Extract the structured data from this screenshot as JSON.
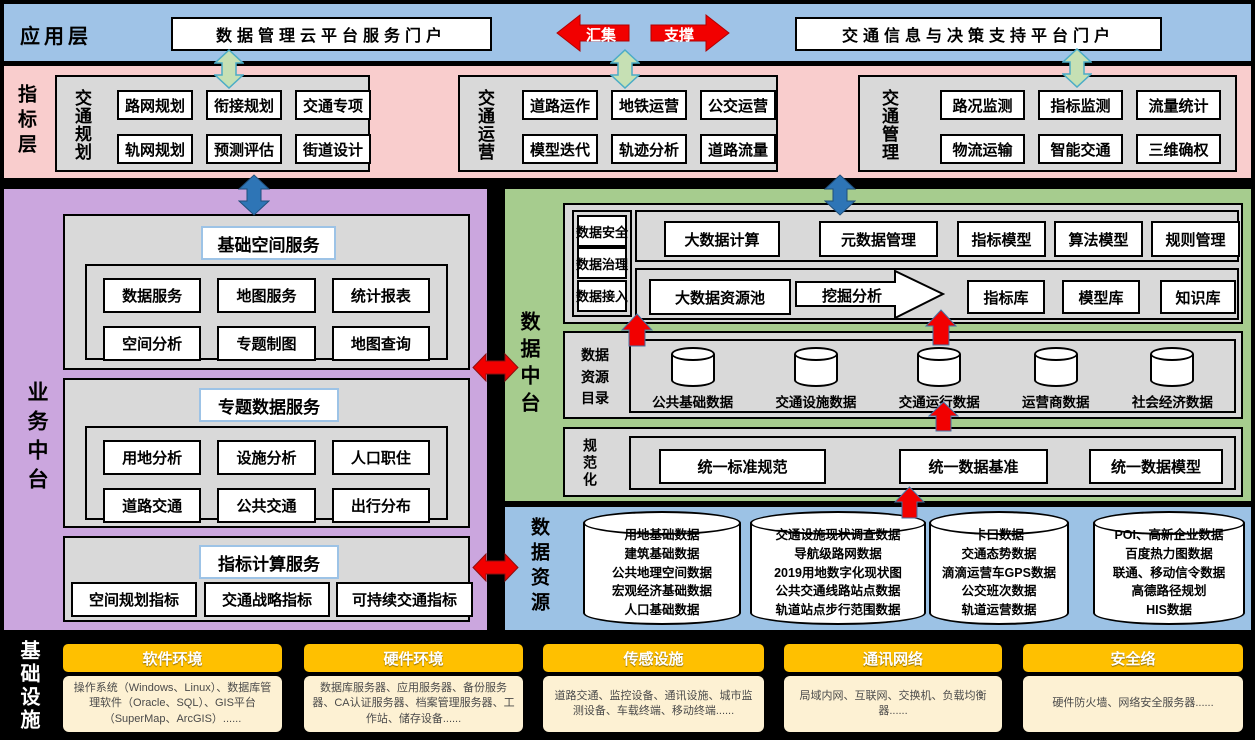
{
  "colors": {
    "app_band": "#9FC3E7",
    "indicator_band": "#F9CDCD",
    "business_band": "#CBA6DE",
    "data_platform_band": "#A6CC8E",
    "data_resource_band": "#9CC2E5",
    "panel_gray": "#D9D9D9",
    "infra_header": "#FFC000",
    "infra_body": "#FDF1D3",
    "arrow_red": "#F20000",
    "arrow_blue": "#2E75B6",
    "arrow_green": "#C6E0B4"
  },
  "app_layer": {
    "label": "应用层",
    "portal_left": "数据管理云平台服务门户",
    "portal_right": "交通信息与决策支持平台门户",
    "arrow_collect": "汇集",
    "arrow_support": "支撑"
  },
  "indicator_layer": {
    "label": "指标层",
    "groups": [
      {
        "name": "交通规划",
        "items": [
          "路网规划",
          "衔接规划",
          "交通专项",
          "轨网规划",
          "预测评估",
          "街道设计"
        ]
      },
      {
        "name": "交通运营",
        "items": [
          "道路运作",
          "地铁运营",
          "公交运营",
          "模型迭代",
          "轨迹分析",
          "道路流量"
        ]
      },
      {
        "name": "交通管理",
        "items": [
          "路况监测",
          "指标监测",
          "流量统计",
          "物流运输",
          "智能交通",
          "三维确权"
        ]
      }
    ]
  },
  "business_platform": {
    "label": "业务中台",
    "panels": [
      {
        "title": "基础空间服务",
        "items": [
          "数据服务",
          "地图服务",
          "统计报表",
          "空间分析",
          "专题制图",
          "地图查询"
        ]
      },
      {
        "title": "专题数据服务",
        "items": [
          "用地分析",
          "设施分析",
          "人口职住",
          "道路交通",
          "公共交通",
          "出行分布"
        ]
      },
      {
        "title": "指标计算服务",
        "items": [
          "空间规划指标",
          "交通战略指标",
          "可持续交通指标"
        ]
      }
    ]
  },
  "data_platform": {
    "label": "数据中台",
    "left_stack": [
      "数据安全",
      "数据治理",
      "数据接入"
    ],
    "compute_row": [
      "大数据计算",
      "元数据管理",
      "指标模型",
      "算法模型",
      "规则管理"
    ],
    "mining_row": {
      "pool": "大数据资源池",
      "arrow": "挖掘分析",
      "libs": [
        "指标库",
        "模型库",
        "知识库"
      ]
    },
    "catalog": {
      "label": "数据资源目录",
      "items": [
        "公共基础数据",
        "交通设施数据",
        "交通运行数据",
        "运营商数据",
        "社会经济数据"
      ]
    },
    "standardization": {
      "label": "规范化",
      "items": [
        "统一标准规范",
        "统一数据基准",
        "统一数据模型"
      ]
    }
  },
  "data_resources": {
    "label": "数据资源",
    "cylinders": [
      {
        "lines": [
          "用地基础数据",
          "建筑基础数据",
          "公共地理空间数据",
          "宏观经济基础数据",
          "人口基础数据"
        ]
      },
      {
        "lines": [
          "交通设施现状调查数据",
          "导航级路网数据",
          "2019用地数字化现状图",
          "公共交通线路站点数据",
          "轨道站点步行范围数据"
        ]
      },
      {
        "lines": [
          "卡口数据",
          "交通态势数据",
          "滴滴运营车GPS数据",
          "公交班次数据",
          "轨道运营数据"
        ]
      },
      {
        "lines": [
          "POI、高新企业数据",
          "百度热力图数据",
          "联通、移动信令数据",
          "高德路径规划",
          "HIS数据"
        ]
      }
    ]
  },
  "infrastructure": {
    "label": "基础设施",
    "columns": [
      {
        "title": "软件环境",
        "desc": "操作系统（Windows、Linux）、数据库管理软件（Oracle、SQL）、GIS平台（SuperMap、ArcGIS）......"
      },
      {
        "title": "硬件环境",
        "desc": "数据库服务器、应用服务器、备份服务器、CA认证服务器、档案管理服务器、工作站、储存设备......"
      },
      {
        "title": "传感设施",
        "desc": "道路交通、监控设备、通讯设施、城市监测设备、车载终端、移动终端......"
      },
      {
        "title": "通讯网络",
        "desc": "局域内网、互联网、交换机、负载均衡器......"
      },
      {
        "title": "安全络",
        "desc": "硬件防火墙、网络安全服务器......"
      }
    ]
  }
}
